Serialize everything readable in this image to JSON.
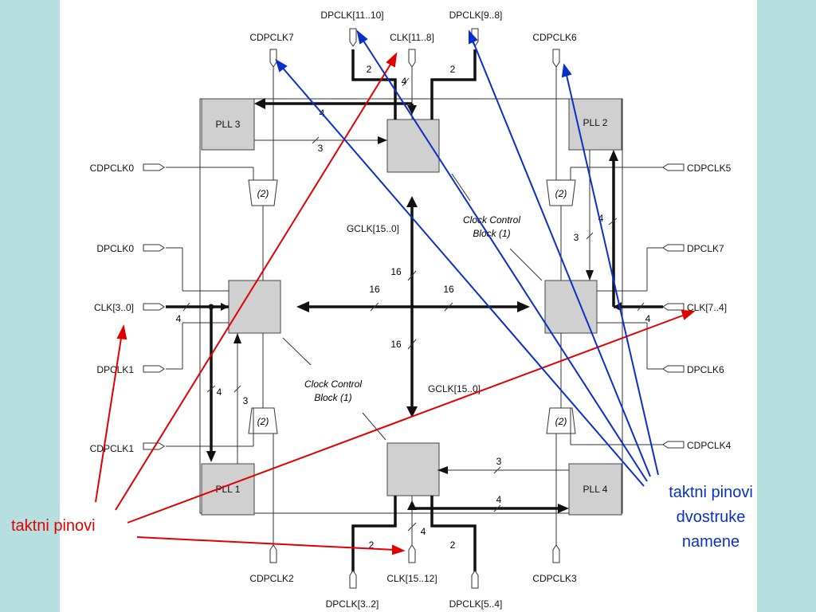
{
  "pins": {
    "dpclk_11_10": "DPCLK[11..10]",
    "dpclk_9_8": "DPCLK[9..8]",
    "cdpclk7": "CDPCLK7",
    "clk_11_8": "CLK[11..8]",
    "cdpclk6": "CDPCLK6",
    "cdpclk0": "CDPCLK0",
    "cdpclk5": "CDPCLK5",
    "dpclk0": "DPCLK0",
    "dpclk7": "DPCLK7",
    "clk_3_0": "CLK[3..0]",
    "clk_7_4": "CLK[7..4]",
    "dpclk1": "DPCLK1",
    "dpclk6": "DPCLK6",
    "cdpclk1": "CDPCLK1",
    "cdpclk4": "CDPCLK4",
    "cdpclk2": "CDPCLK2",
    "clk_15_12": "CLK[15..12]",
    "cdpclk3": "CDPCLK3",
    "dpclk_3_2": "DPCLK[3..2]",
    "dpclk_5_4": "DPCLK[5..4]"
  },
  "plls": {
    "pll1": "PLL 1",
    "pll2": "PLL 2",
    "pll3": "PLL 3",
    "pll4": "PLL 4"
  },
  "gclk": {
    "top": "GCLK[15..0]",
    "bottom": "GCLK[15..0]"
  },
  "ccb": {
    "line1": "Clock Control",
    "line2": "Block (1)"
  },
  "mux_label": "(2)",
  "bus_widths": {
    "n2": "2",
    "n3": "3",
    "n4": "4",
    "n16": "16"
  },
  "annotations": {
    "red": "taktni pinovi",
    "blue": [
      "taktni pinovi",
      "dvostruke",
      "namene"
    ]
  },
  "colors": {
    "background": "#b8dfe0",
    "red": "#e00000",
    "blue": "#0a2fc8",
    "block": "#d0d0d0"
  }
}
